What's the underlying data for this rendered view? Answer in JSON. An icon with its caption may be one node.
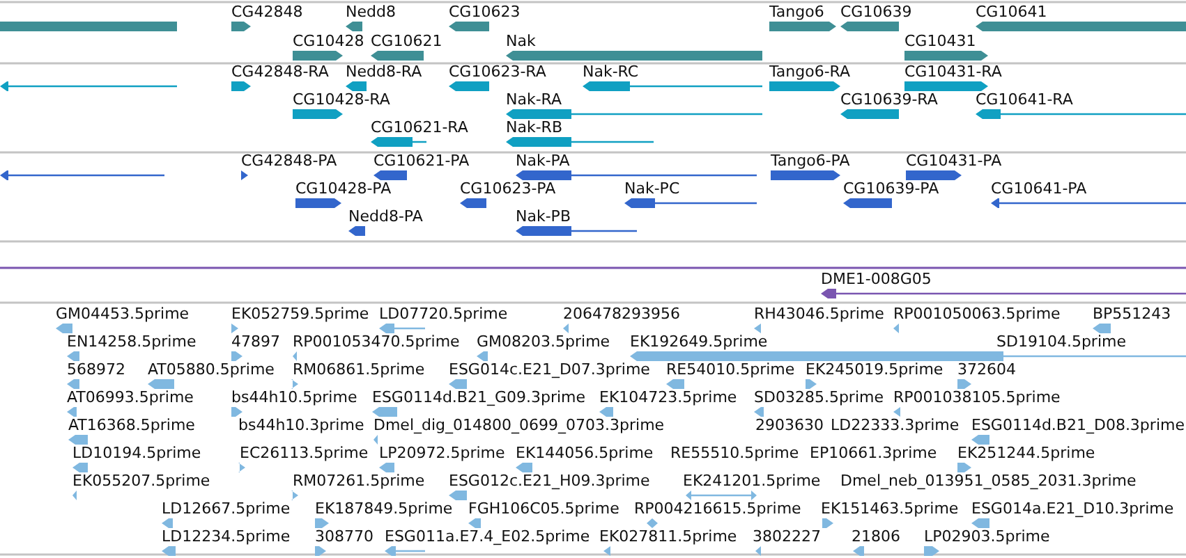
{
  "diagram": {
    "labels": [
      "CG42848",
      "Nedd8",
      "CG10623",
      "Tango6",
      "CG10639",
      "CG10641",
      "CG10428",
      "CG10621",
      "Nak",
      "CG10431",
      "CG42848-RA",
      "Nedd8-RA",
      "CG10623-RA",
      "Nak-RC",
      "Tango6-RA",
      "CG10431-RA",
      "CG10428-RA",
      "Nak-RA",
      "CG10639-RA",
      "CG10641-RA",
      "CG10621-RA",
      "Nak-RB",
      "CG42848-PA",
      "CG10621-PA",
      "Nak-PA",
      "Tango6-PA",
      "CG10431-PA",
      "CG10428-PA",
      "CG10623-PA",
      "Nak-PC",
      "CG10639-PA",
      "CG10641-PA",
      "Nedd8-PA",
      "Nak-PB",
      "DME1-008G05",
      "GM04453.5prime",
      "EK052759.5prime",
      "LD07720.5prime",
      "206478293956",
      "RH43046.5prime",
      "RP001050063.5prime",
      "BP551243",
      "EN14258.5prime",
      "47897",
      "RP001053470.5prime",
      "GM08203.5prime",
      "EK192649.5prime",
      "SD19104.5prime",
      "568972",
      "AT05880.5prime",
      "RM06861.5prime",
      "ESG014c.E21_D07.3prime",
      "RE54010.5prime",
      "EK245019.5prime",
      "372604",
      "AT06993.5prime",
      "bs44h10.5prime",
      "ESG0114d.B21_G09.3prime",
      "EK104723.5prime",
      "SD03285.5prime",
      "RP001038105.5prime",
      "AT16368.5prime",
      "bs44h10.3prime",
      "Dmel_dig_014800_0699_0703.3prime",
      "2903630",
      "LD22333.3prime",
      "ESG0114d.B21_D08.3prime",
      "LD10194.5prime",
      "EC26113.5prime",
      "LP20972.5prime",
      "EK144056.5prime",
      "RE55510.5prime",
      "EP10661.3prime",
      "EK251244.5prime",
      "EK055207.5prime",
      "RM07261.5prime",
      "ESG012c.E21_H09.3prime",
      "EK241201.5prime",
      "Dmel_neb_013951_0585_2031.3prime",
      "LD12667.5prime",
      "EK187849.5prime",
      "FGH106C05.5prime",
      "RP004216615.5prime",
      "EK151463.5prime",
      "ESG014a.E21_D10.3prime",
      "LD12234.5prime",
      "308770",
      "ESG011a.E7.4_E02.5prime",
      "EK027811.5prime",
      "3802227",
      "21806",
      "LP02903.5prime"
    ]
  }
}
